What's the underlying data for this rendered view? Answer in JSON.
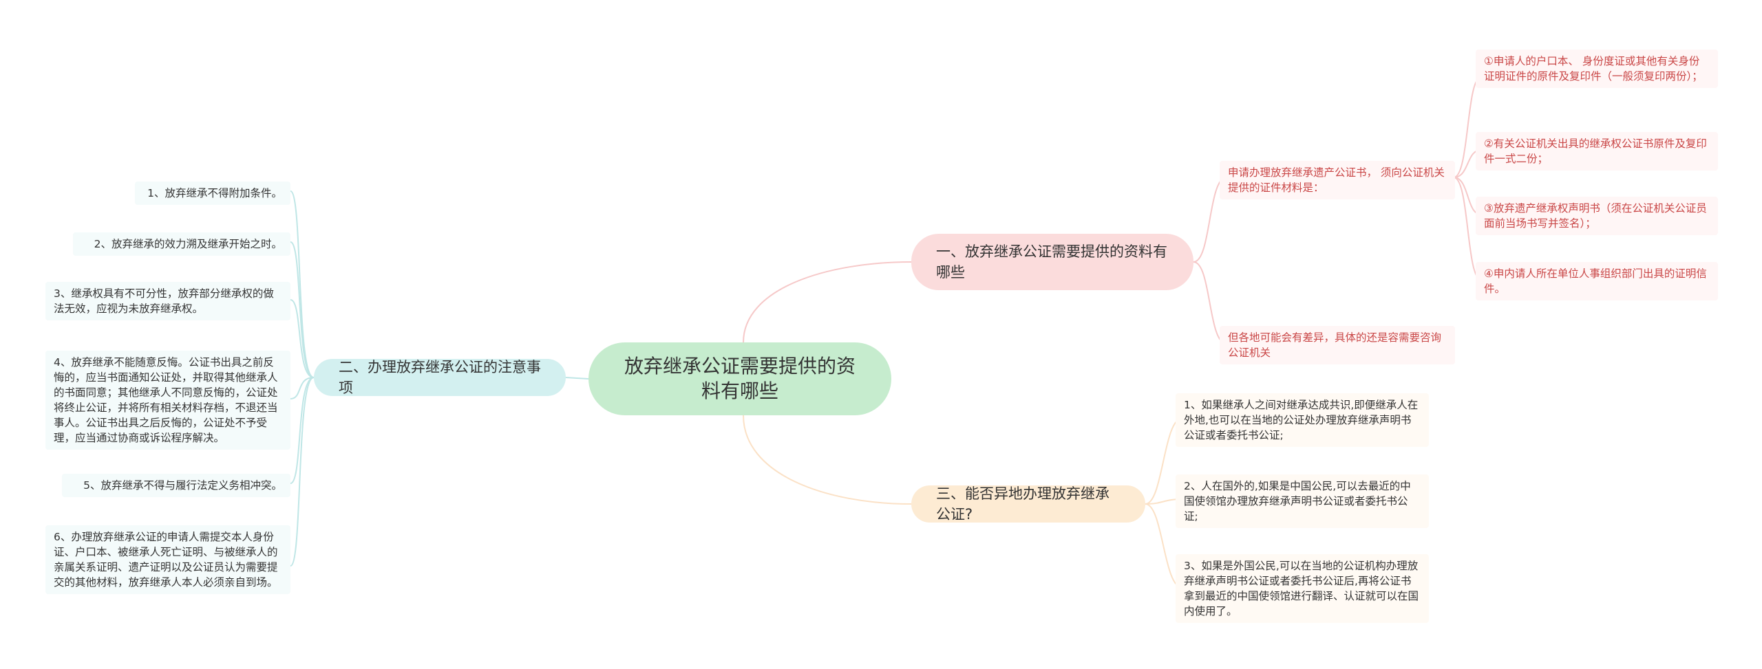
{
  "root": {
    "title": "放弃继承公证需要提供的资料有哪些"
  },
  "branches": [
    {
      "title": "一、放弃继承公证需要提供的资料有哪些",
      "children": [
        {
          "text": "申请办理放弃继承遗产公证书， 须向公证机关提供的证件材料是：",
          "children": [
            {
              "text": "①申请人的户口本、 身份度证或其他有关身份证明证件的原件及复印件（一般须复印两份）；"
            },
            {
              "text": "②有关公证机关出具的继承权公证书原件及复印件一式二份；"
            },
            {
              "text": "③放弃遗产继承权声明书（须在公证机关公证员面前当场书写并签名）；"
            },
            {
              "text": "④申内请人所在单位人事组织部门出具的证明信件。"
            }
          ]
        },
        {
          "text": "但各地可能会有差异，具体的还是容需要咨询公证机关"
        }
      ]
    },
    {
      "title": "二、办理放弃继承公证的注意事项",
      "children": [
        {
          "text": "1、放弃继承不得附加条件。"
        },
        {
          "text": "2、放弃继承的效力溯及继承开始之时。"
        },
        {
          "text": "3、继承权具有不可分性，放弃部分继承权的做法无效，应视为未放弃继承权。"
        },
        {
          "text": "4、放弃继承不能随意反悔。公证书出具之前反悔的，应当书面通知公证处，并取得其他继承人的书面同意；其他继承人不同意反悔的，公证处将终止公证，并将所有相关材料存档，不退还当事人。公证书出具之后反悔的，公证处不予受理，应当通过协商或诉讼程序解决。"
        },
        {
          "text": "5、放弃继承不得与履行法定义务相冲突。"
        },
        {
          "text": "6、办理放弃继承公证的申请人需提交本人身份证、户口本、被继承人死亡证明、与被继承人的亲属关系证明、遗产证明以及公证员认为需要提交的其他材料，放弃继承人本人必须亲自到场。"
        }
      ]
    },
    {
      "title": "三、能否异地办理放弃继承公证?",
      "children": [
        {
          "text": "1、如果继承人之间对继承达成共识,即便继承人在外地,也可以在当地的公证处办理放弃继承声明书公证或者委托书公证;"
        },
        {
          "text": "2、人在国外的,如果是中国公民,可以去最近的中国使领馆办理放弃继承声明书公证或者委托书公证;"
        },
        {
          "text": "3、如果是外国公民,可以在当地的公证机构办理放弃继承声明书公证或者委托书公证后,再将公证书拿到最近的中国使领馆进行翻译、认证就可以在国内使用了。"
        }
      ]
    }
  ],
  "colors": {
    "root": "#c6ecce",
    "branch1": "#fbdcdc",
    "branch2": "#d3f0f0",
    "branch3": "#fdebd3",
    "branch1_text": "#c94646"
  }
}
